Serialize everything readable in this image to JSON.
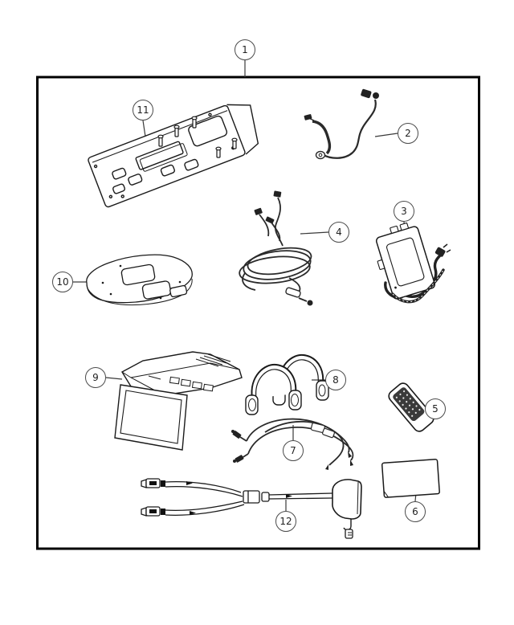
{
  "figure": {
    "background_color": "#ffffff",
    "border_color": "#000000",
    "line_color": "#1a1a1a"
  },
  "diagram": {
    "type": "parts-diagram",
    "callouts": [
      {
        "label": "1"
      },
      {
        "label": "2"
      },
      {
        "label": "3"
      },
      {
        "label": "4"
      },
      {
        "label": "5"
      },
      {
        "label": "6"
      },
      {
        "label": "7"
      },
      {
        "label": "8"
      },
      {
        "label": "9"
      },
      {
        "label": "10"
      },
      {
        "label": "11"
      },
      {
        "label": "12"
      }
    ]
  }
}
